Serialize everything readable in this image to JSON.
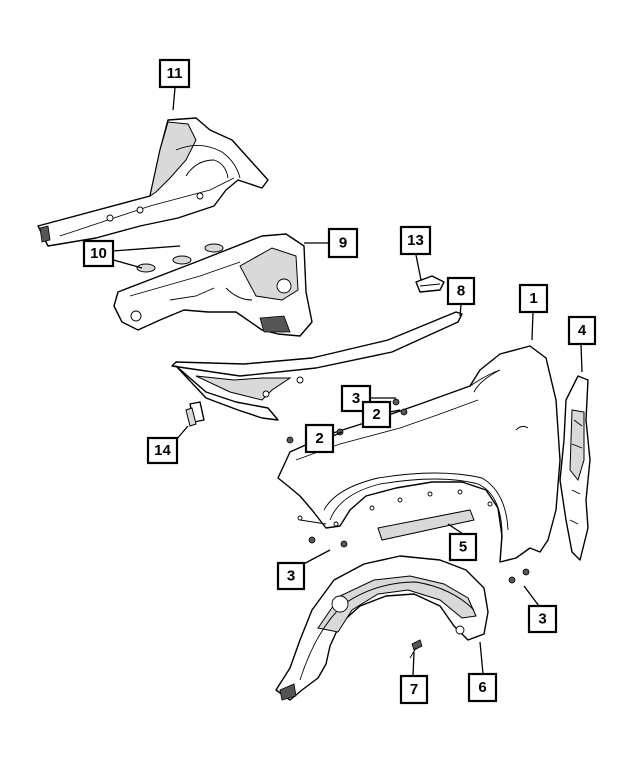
{
  "callouts": [
    {
      "id": "c1",
      "label": "1"
    },
    {
      "id": "c2a",
      "label": "2"
    },
    {
      "id": "c2b",
      "label": "2"
    },
    {
      "id": "c3a",
      "label": "3"
    },
    {
      "id": "c3b",
      "label": "3"
    },
    {
      "id": "c3c",
      "label": "3"
    },
    {
      "id": "c4",
      "label": "4"
    },
    {
      "id": "c5",
      "label": "5"
    },
    {
      "id": "c6",
      "label": "6"
    },
    {
      "id": "c7",
      "label": "7"
    },
    {
      "id": "c8",
      "label": "8"
    },
    {
      "id": "c9",
      "label": "9"
    },
    {
      "id": "c10",
      "label": "10"
    },
    {
      "id": "c11",
      "label": "11"
    },
    {
      "id": "c13",
      "label": "13"
    },
    {
      "id": "c14",
      "label": "14"
    }
  ]
}
